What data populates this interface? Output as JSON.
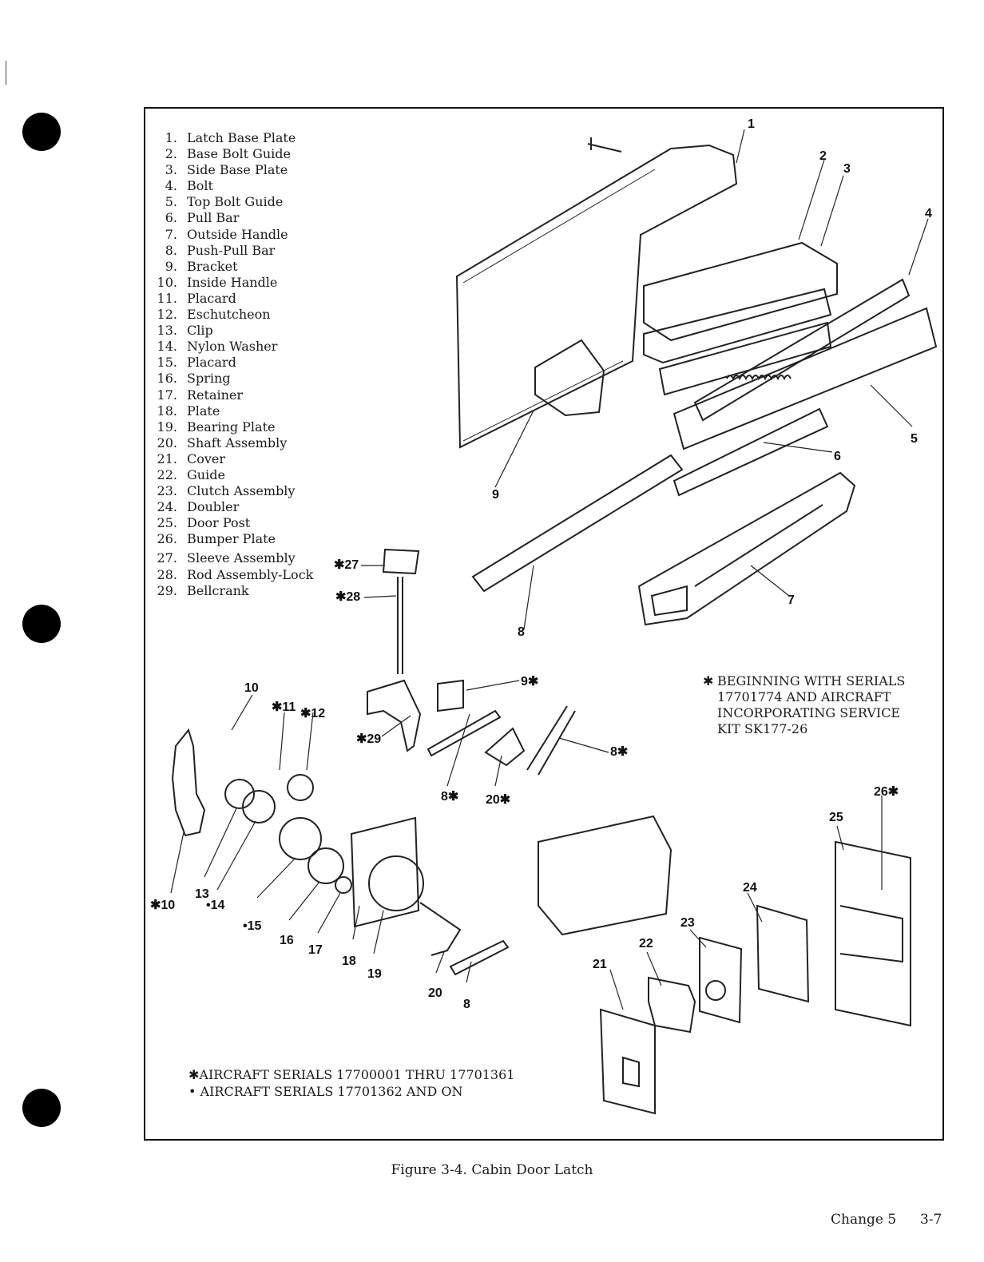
{
  "parts": [
    {
      "num": "1.",
      "name": "Latch Base Plate"
    },
    {
      "num": "2.",
      "name": "Base Bolt Guide"
    },
    {
      "num": "3.",
      "name": "Side Base Plate"
    },
    {
      "num": "4.",
      "name": "Bolt"
    },
    {
      "num": "5.",
      "name": "Top Bolt Guide"
    },
    {
      "num": "6.",
      "name": "Pull Bar"
    },
    {
      "num": "7.",
      "name": "Outside Handle"
    },
    {
      "num": "8.",
      "name": "Push-Pull Bar"
    },
    {
      "num": "9.",
      "name": "Bracket"
    },
    {
      "num": "10.",
      "name": "Inside Handle"
    },
    {
      "num": "11.",
      "name": "Placard"
    },
    {
      "num": "12.",
      "name": "Eschutcheon"
    },
    {
      "num": "13.",
      "name": "Clip"
    },
    {
      "num": "14.",
      "name": "Nylon Washer"
    },
    {
      "num": "15.",
      "name": "Placard"
    },
    {
      "num": "16.",
      "name": "Spring"
    },
    {
      "num": "17.",
      "name": "Retainer"
    },
    {
      "num": "18.",
      "name": "Plate"
    },
    {
      "num": "19.",
      "name": "Bearing Plate"
    },
    {
      "num": "20.",
      "name": "Shaft Assembly"
    },
    {
      "num": "21.",
      "name": "Cover"
    },
    {
      "num": "22.",
      "name": "Guide"
    },
    {
      "num": "23.",
      "name": "Clutch Assembly"
    },
    {
      "num": "24.",
      "name": "Doubler"
    },
    {
      "num": "25.",
      "name": "Door Post"
    },
    {
      "num": "26.",
      "name": "Bumper Plate"
    },
    {
      "num": "27.",
      "name": "Sleeve Assembly"
    },
    {
      "num": "28.",
      "name": "Rod Assembly-Lock"
    },
    {
      "num": "29.",
      "name": "Bellcrank"
    }
  ],
  "callouts": {
    "c1": "1",
    "c2": "2",
    "c3": "3",
    "c4": "4",
    "c5": "5",
    "c6": "6",
    "c7": "7",
    "c8_top": "8",
    "c9_top": "9",
    "c27": "✱27",
    "c28": "✱28",
    "c9_mid": "9✱",
    "c29": "✱29",
    "c8_mid_a": "8✱",
    "c8_mid_b": "8✱",
    "c20_mid": "20✱",
    "c10": "10",
    "c11": "✱11",
    "c12": "✱12",
    "c10_low": "✱10",
    "c13": "13",
    "c14": "•14",
    "c15": "•15",
    "c16": "16",
    "c17": "17",
    "c18": "18",
    "c19": "19",
    "c20": "20",
    "c8_low": "8",
    "c21": "21",
    "c22": "22",
    "c23": "23",
    "c24": "24",
    "c25": "25",
    "c26": "26✱"
  },
  "notes": {
    "serials_star": "✱",
    "serials_lines": [
      "BEGINNING WITH SERIALS",
      "17701774 AND AIRCRAFT",
      "INCORPORATING SERVICE",
      "KIT SK177-26"
    ],
    "footnote_star": "✱AIRCRAFT SERIALS 17700001 THRU 17701361",
    "footnote_dot": "• AIRCRAFT SERIALS 17701362 AND ON"
  },
  "caption": "Figure 3-4.  Cabin Door Latch",
  "footer": {
    "change": "Change 5",
    "page": "3-7"
  }
}
